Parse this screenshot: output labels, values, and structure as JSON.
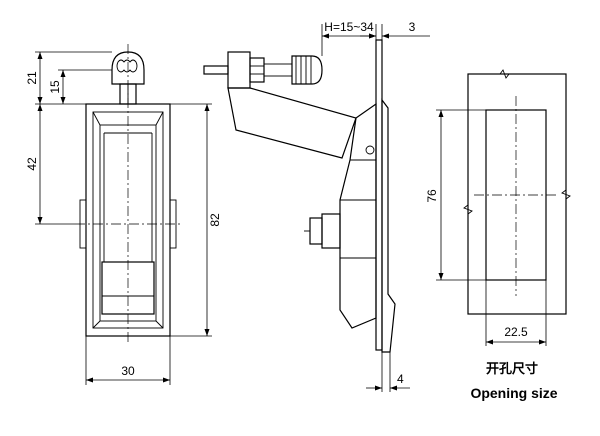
{
  "dimensions": {
    "front_top": "21",
    "front_knob": "15",
    "front_mid": "42",
    "front_height": "82",
    "front_width": "30",
    "side_h_range": "H=15~34",
    "side_plate": "3",
    "side_base": "4",
    "cutout_height": "76",
    "cutout_width": "22.5"
  },
  "caption": {
    "cn": "开孔尺寸",
    "en": "Opening size"
  }
}
